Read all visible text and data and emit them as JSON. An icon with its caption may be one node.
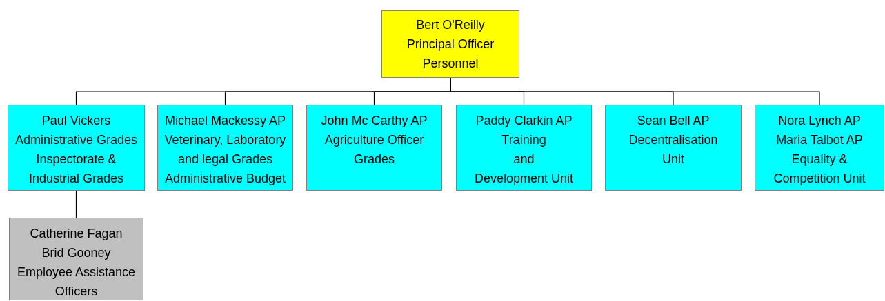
{
  "diagram": {
    "nodes": [
      {
        "text": [
          "Bert O'Reilly",
          "Principal Officer",
          "Personnel"
        ]
      },
      {
        "text": [
          "Paul Vickers",
          "Administrative Grades",
          "Inspectorate &",
          "Industrial Grades"
        ]
      },
      {
        "text": [
          "Michael Mackessy AP",
          "Veterinary, Laboratory",
          "and legal Grades",
          "Administrative Budget"
        ]
      },
      {
        "text": [
          "John Mc Carthy AP",
          "Agriculture Officer",
          "Grades"
        ]
      },
      {
        "text": [
          "Paddy Clarkin AP",
          "Training",
          "and",
          "Development Unit"
        ]
      },
      {
        "text": [
          "Sean Bell AP",
          "Decentralisation",
          "Unit"
        ]
      },
      {
        "text": [
          "Nora Lynch AP",
          "Maria Talbot AP",
          "Equality &",
          "Competition Unit"
        ]
      },
      {
        "text": [
          "Catherine Fagan",
          "Brid Gooney",
          "Employee Assistance",
          "Officers"
        ]
      }
    ],
    "edges": [
      {
        "from": 0,
        "to": 1,
        "arrow": "none"
      },
      {
        "from": 0,
        "to": 2,
        "arrow": "none"
      },
      {
        "from": 0,
        "to": 3,
        "arrow": "none"
      },
      {
        "from": 0,
        "to": 4,
        "arrow": "none"
      },
      {
        "from": 0,
        "to": 5,
        "arrow": "none"
      },
      {
        "from": 0,
        "to": 6,
        "arrow": "none"
      },
      {
        "from": 1,
        "to": 7,
        "arrow": "none"
      }
    ]
  }
}
